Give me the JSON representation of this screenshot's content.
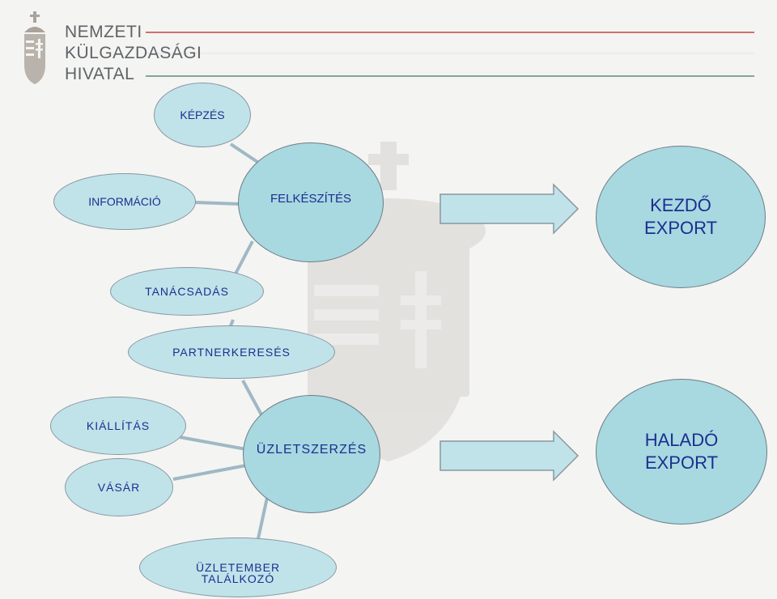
{
  "header": {
    "org_line1": "NEMZETI",
    "org_line2": "KÜLGAZDASÁGI",
    "org_line3": "HIVATAL",
    "logo_icon": "coat-of-arms-icon",
    "rule_color": "#3a7a5a"
  },
  "diagram": {
    "hub_top": "FELKÉSZÍTÉS",
    "hub_bottom": "ÜZLETSZERZÉS",
    "top_satellites": [
      "KÉPZÉS",
      "INFORMÁCIÓ",
      "TANÁCSADÁS",
      "PARTNERKERESÉS"
    ],
    "bottom_satellites": [
      "KIÁLLÍTÁS",
      "VÁSÁR",
      "ÜZLETEMBER\nTALÁLKOZÓ"
    ],
    "result_top": "KEZDŐ\nEXPORT",
    "result_bottom": "HALADÓ\nEXPORT",
    "arrow_icon": "right-arrow-icon",
    "colors": {
      "node_fill": "#bfe3e9",
      "hub_fill": "#a8d8e0",
      "text": "#1b2f8f",
      "connector": "#9fb8c4"
    }
  }
}
